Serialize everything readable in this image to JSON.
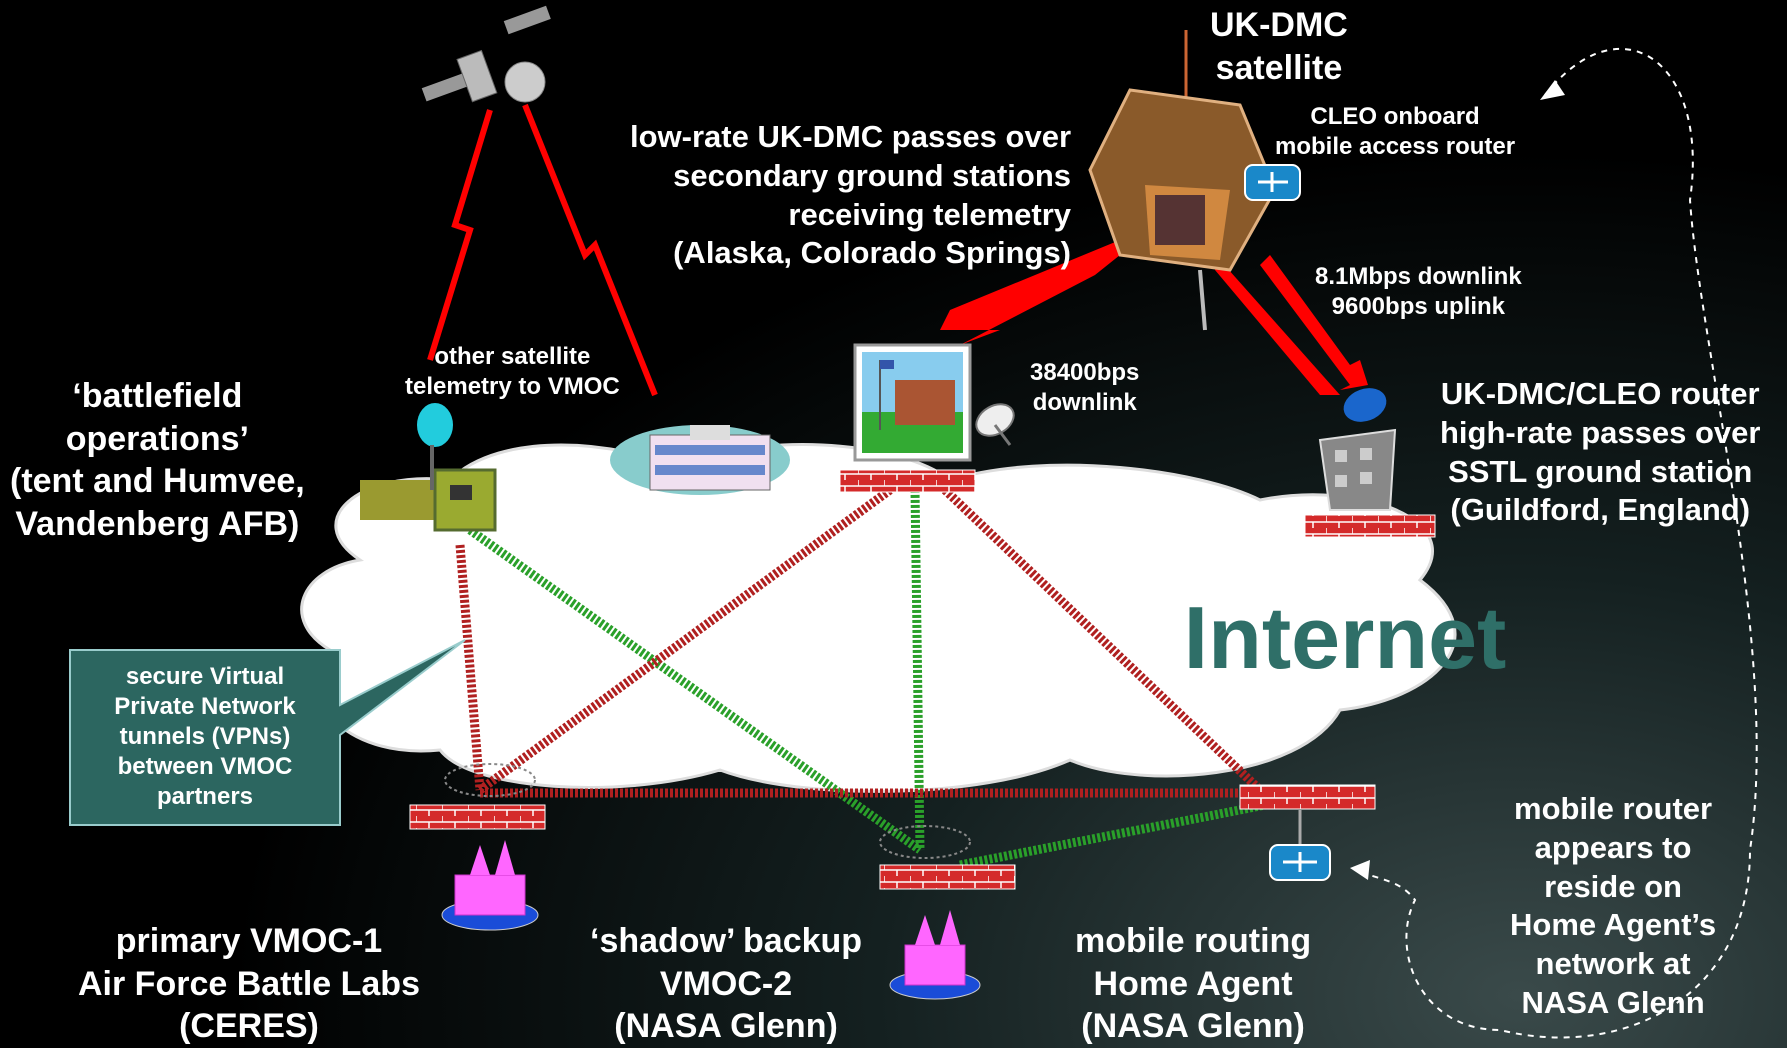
{
  "satellite_title": [
    "UK-DMC",
    "satellite"
  ],
  "cleo_router": [
    "CLEO onboard",
    "mobile access router"
  ],
  "lowrate_passes": [
    "low-rate UK-DMC passes over",
    "secondary ground stations",
    "receiving telemetry",
    "(Alaska, Colorado Springs)"
  ],
  "downlink_rates": [
    "8.1Mbps downlink",
    "9600bps uplink"
  ],
  "downlink_38400": [
    "38400bps",
    "downlink"
  ],
  "other_telemetry": [
    "other satellite",
    "telemetry to VMOC"
  ],
  "battlefield": [
    "‘battlefield",
    "operations’",
    "(tent and Humvee,",
    "Vandenberg AFB)"
  ],
  "sstl_router": [
    "UK-DMC/CLEO router",
    "high-rate passes over",
    "SSTL ground station",
    "(Guildford, England)"
  ],
  "internet": "Internet",
  "vpn_callout": [
    "secure Virtual",
    "Private Network",
    "tunnels (VPNs)",
    "between VMOC",
    "partners"
  ],
  "vmoc1": [
    "primary VMOC-1",
    "Air Force Battle Labs",
    "(CERES)"
  ],
  "vmoc2": [
    "‘shadow’ backup",
    "VMOC-2",
    "(NASA Glenn)"
  ],
  "home_agent": [
    "mobile routing",
    "Home Agent",
    "(NASA Glenn)"
  ],
  "mobile_note": [
    "mobile router",
    "appears to",
    "reside on",
    "Home Agent’s",
    "network at",
    "NASA Glenn"
  ],
  "colors": {
    "internet_text": "#2f6f68",
    "vpn_box": "#2c6660",
    "red_link": "#ff0000",
    "green_link": "#2db82d",
    "firewall": "#cc2222"
  }
}
